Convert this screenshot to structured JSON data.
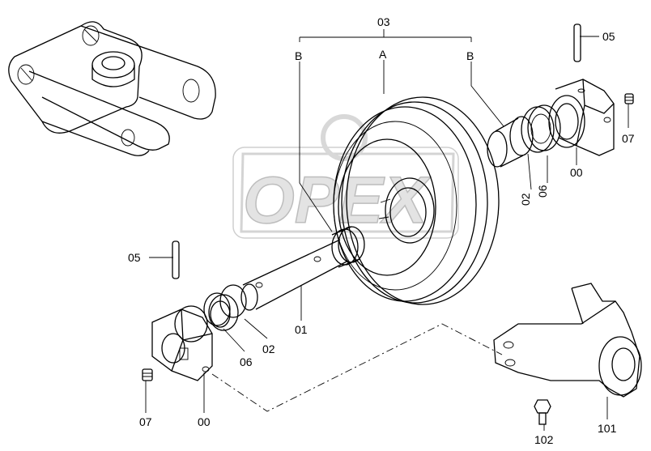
{
  "labels": {
    "top_group": "03",
    "mark_a": "A",
    "mark_b_left": "B",
    "mark_b_right": "B",
    "pin_right": "05",
    "screw_right": "07",
    "bearing_right": "00",
    "seal_right": "06",
    "collar_right": "02",
    "pin_left": "05",
    "shaft": "01",
    "collar_left": "02",
    "seal_left": "06",
    "screw_left": "07",
    "bearing_left": "00",
    "yoke": "101",
    "bolt": "102"
  },
  "watermark": "OPEX"
}
